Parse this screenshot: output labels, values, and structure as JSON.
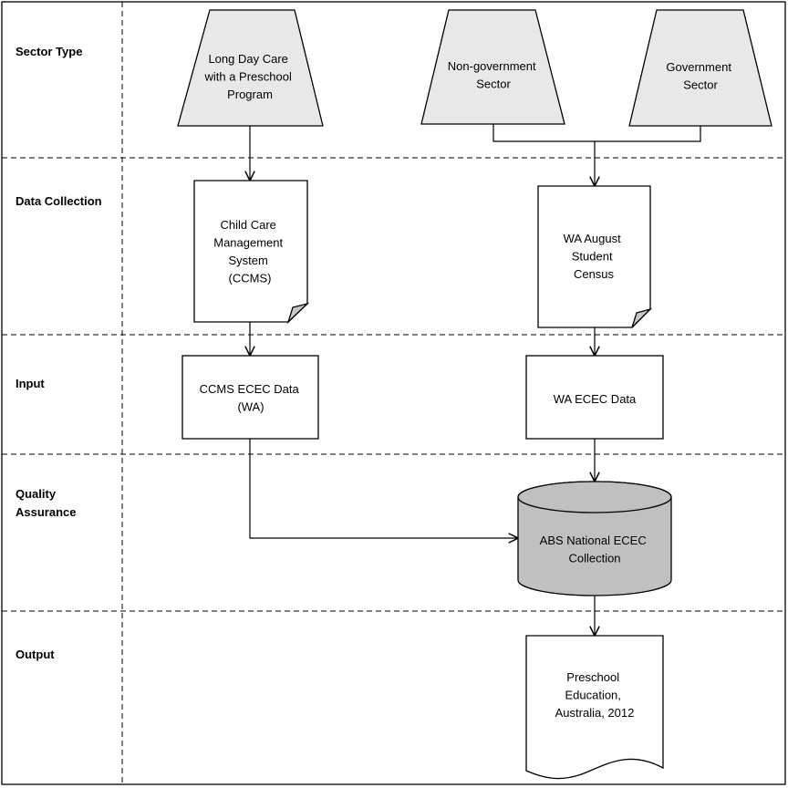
{
  "lanes": [
    {
      "id": "sector",
      "label_lines": [
        "Sector Type"
      ]
    },
    {
      "id": "collection",
      "label_lines": [
        "Data Collection"
      ]
    },
    {
      "id": "input",
      "label_lines": [
        "Input"
      ]
    },
    {
      "id": "qa",
      "label_lines": [
        "Quality",
        "Assurance"
      ]
    },
    {
      "id": "output",
      "label_lines": [
        "Output"
      ]
    }
  ],
  "nodes": {
    "long_day_care": {
      "lines": [
        "Long Day Care",
        "with a Preschool",
        "Program"
      ]
    },
    "non_government": {
      "lines": [
        "Non-government",
        "Sector"
      ]
    },
    "government": {
      "lines": [
        "Government",
        "Sector"
      ]
    },
    "ccms": {
      "lines": [
        "Child Care",
        "Management",
        "System",
        "(CCMS)"
      ]
    },
    "census": {
      "lines": [
        "WA August",
        "Student",
        "Census"
      ]
    },
    "ccms_data": {
      "lines": [
        "CCMS ECEC Data",
        "(WA)"
      ]
    },
    "wa_data": {
      "lines": [
        "WA ECEC Data"
      ]
    },
    "abs": {
      "lines": [
        "ABS National ECEC",
        "Collection"
      ]
    },
    "output_doc": {
      "lines": [
        "Preschool",
        "Education,",
        "Australia, 2012"
      ]
    }
  },
  "colors": {
    "sector_fill": "#e8e8e8",
    "database_fill": "#c0c0c0",
    "box_fill": "#ffffff",
    "line": "#000000"
  }
}
